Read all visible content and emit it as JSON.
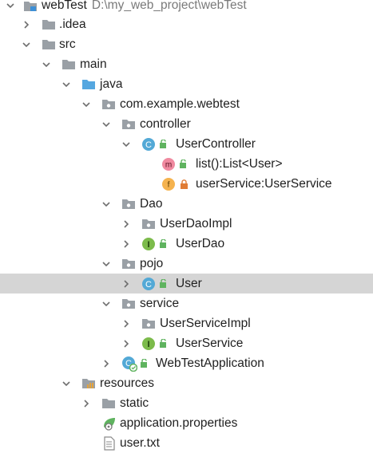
{
  "tree": {
    "root": {
      "name": "webTest",
      "path": "D:\\my_web_project\\webTest"
    },
    "idea": "idea",
    "src": "src",
    "main": "main",
    "java": "java",
    "package": "com.example.webtest",
    "controller": "controller",
    "user_controller": "UserController",
    "list_method": "list():List<User>",
    "user_service_field": "userService:UserService",
    "dao": "Dao",
    "user_dao_impl": "UserDaoImpl",
    "user_dao": "UserDao",
    "pojo": "pojo",
    "user": "User",
    "service": "service",
    "user_service_impl": "UserServiceImpl",
    "user_service": "UserService",
    "app": "WebTestApplication",
    "resources": "resources",
    "static": "static",
    "app_props": "application.properties",
    "user_txt": "user.txt"
  },
  "icons": {
    "class_letter": "C",
    "method_letter": "m",
    "field_letter": "f",
    "interface_letter": "I",
    "folder": "folder-icon",
    "package": "package-icon",
    "class": "class-icon",
    "interface": "interface-icon",
    "method": "method-icon",
    "field": "field-icon",
    "spring_class": "spring-boot-class-icon",
    "properties": "spring-properties-icon",
    "text_file": "text-file-icon",
    "resources_folder": "resources-folder-icon",
    "module": "module-icon"
  },
  "colors": {
    "selection": "#d5d5d5",
    "class_circle": "#53a9d6",
    "method_circle": "#f08aa0",
    "field_circle": "#f5b34f",
    "interface_circle": "#7cbb4b",
    "folder_gray": "#9aa0a6",
    "folder_blue": "#55a7e0",
    "lock": "#e07c36",
    "leaf": "#5fb35f"
  }
}
